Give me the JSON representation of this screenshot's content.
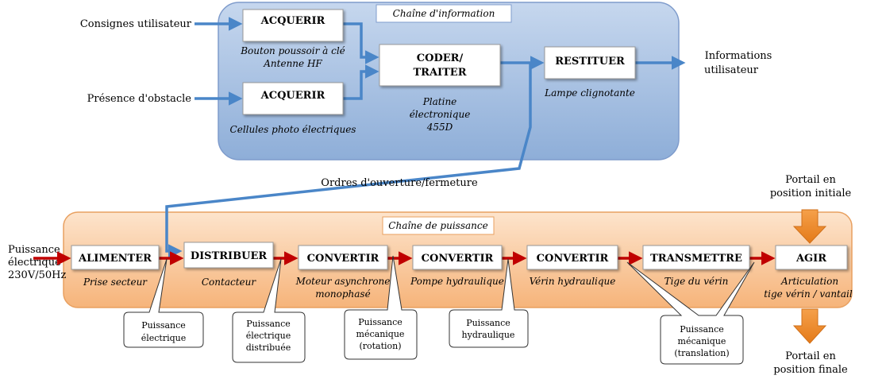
{
  "info_chain": {
    "title": "Chaîne d'information",
    "inputs": [
      "Consignes utilisateur",
      "Présence d'obstacle"
    ],
    "blocks": {
      "acquerir_1": {
        "label": "ACQUERIR",
        "caption": [
          "Bouton poussoir à clé",
          "Antenne HF"
        ]
      },
      "acquerir_2": {
        "label": "ACQUERIR",
        "caption": [
          "Cellules photo électriques"
        ]
      },
      "coder": {
        "label": [
          "CODER/",
          "TRAITER"
        ],
        "caption": [
          "Platine",
          "électronique",
          "455D"
        ]
      },
      "restituer": {
        "label": "RESTITUER",
        "caption": [
          "Lampe clignotante"
        ]
      }
    },
    "output": [
      "Informations",
      "utilisateur"
    ]
  },
  "orders_label": "Ordres d'ouverture/fermeture",
  "power_chain": {
    "title": "Chaîne de puissance",
    "input": [
      "Puissance",
      "électrique",
      "230V/50Hz"
    ],
    "blocks": [
      {
        "label": "ALIMENTER",
        "caption": [
          "Prise secteur"
        ]
      },
      {
        "label": "DISTRIBUER",
        "caption": [
          "Contacteur"
        ]
      },
      {
        "label": "CONVERTIR",
        "caption": [
          "Moteur asynchrone",
          "monophasé"
        ]
      },
      {
        "label": "CONVERTIR",
        "caption": [
          "Pompe hydraulique"
        ]
      },
      {
        "label": "CONVERTIR",
        "caption": [
          "Vérin hydraulique"
        ]
      },
      {
        "label": "TRANSMETTRE",
        "caption": [
          "Tige du vérin"
        ]
      },
      {
        "label": "AGIR",
        "caption": [
          "Articulation",
          "tige vérin / vantail"
        ]
      }
    ],
    "callouts": [
      [
        "Puissance",
        "électrique"
      ],
      [
        "Puissance",
        "électrique",
        "distribuée"
      ],
      [
        "Puissance",
        "mécanique",
        "(rotation)"
      ],
      [
        "Puissance",
        "hydraulique"
      ],
      [
        "Puissance",
        "mécanique",
        "(translation)"
      ]
    ],
    "portail_top": [
      "Portail en",
      "position initiale"
    ],
    "portail_bottom": [
      "Portail en",
      "position finale"
    ]
  },
  "colors": {
    "info_bg": "#9db8dc",
    "power_bg": "#f8c89c",
    "blue_arrow": "#4a86c8",
    "red_arrow": "#c00000",
    "orange_arrow": "#e8801c"
  }
}
